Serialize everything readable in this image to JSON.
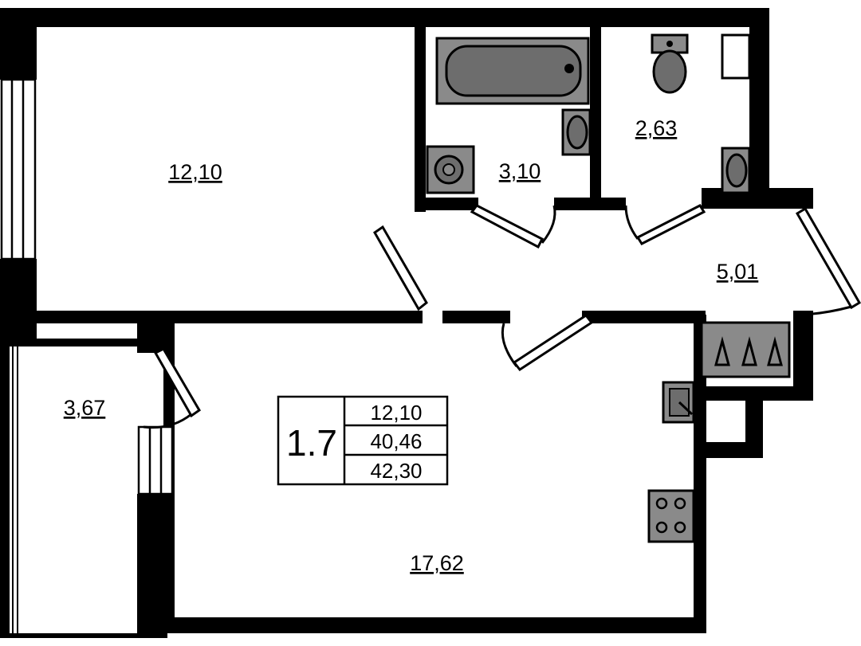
{
  "rooms": {
    "room_main": "12,10",
    "bathroom": "3,10",
    "toilet": "2,63",
    "hall": "5,01",
    "balcony": "3,67",
    "kitchen_living": "17,62"
  },
  "summary": {
    "apartment_type": "1.7",
    "living_area": "12,10",
    "total_area": "40,46",
    "total_with_balcony": "42,30"
  }
}
